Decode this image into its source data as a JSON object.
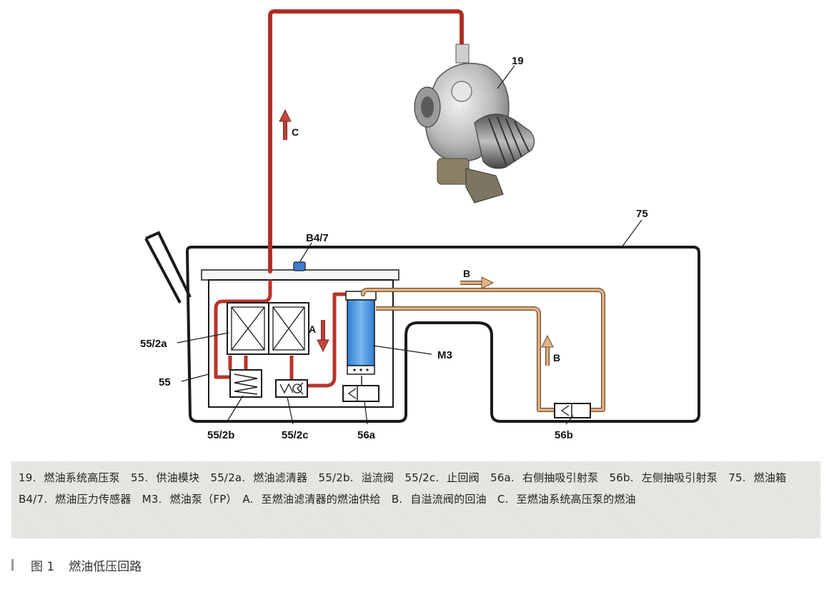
{
  "diagram": {
    "labels": {
      "p19": "19",
      "p75": "75",
      "b47": "B4/7",
      "p552a": "55/2a",
      "p55": "55",
      "m3": "M3",
      "p552b": "55/2b",
      "p552c": "55/2c",
      "p56a": "56a",
      "p56b": "56b",
      "arrow_a": "A",
      "arrow_b_top": "B",
      "arrow_b_right": "B",
      "arrow_c": "C"
    },
    "colors": {
      "fuel_line": "#b9332b",
      "return_line": "#d9a77a",
      "pump_blue": "#3d8fd9",
      "sensor_blue": "#3f7fd1",
      "outline": "#1a1a1a"
    }
  },
  "legend": {
    "text": "19. 燃油系统高压泵　55. 供油模块　55/2a. 燃油滤清器　55/2b. 溢流阀　55/2c. 止回阀　56a. 右侧抽吸引射泵　56b. 左侧抽吸引射泵　75. 燃油箱　B4/7. 燃油压力传感器　M3. 燃油泵（FP）　A. 至燃油滤清器的燃油供给　B. 自溢流阀的回油　C. 至燃油系统高压泵的燃油"
  },
  "caption": {
    "number": "图 1",
    "title": "燃油低压回路"
  }
}
